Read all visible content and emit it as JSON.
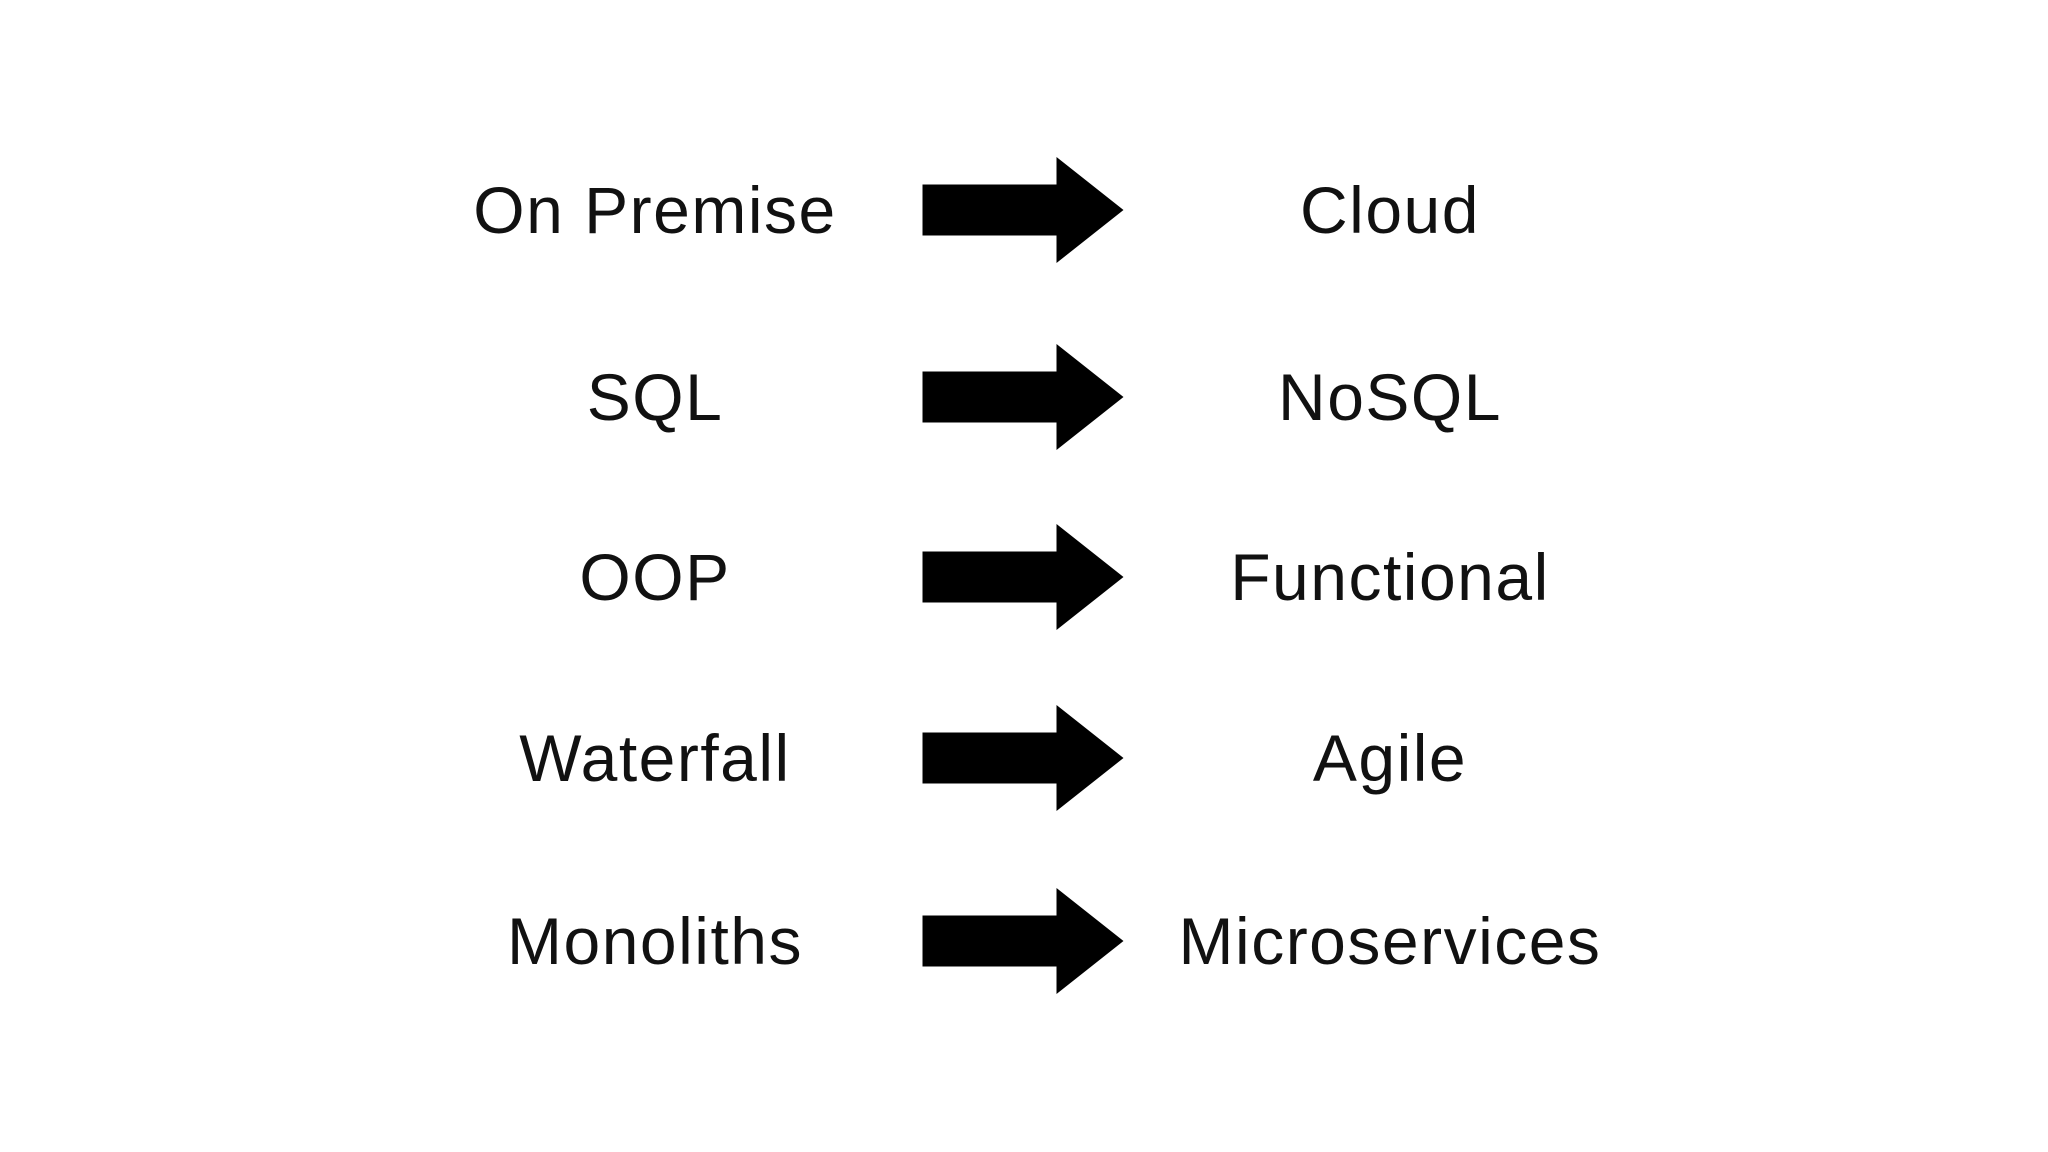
{
  "diagram": {
    "description": "Technology shift diagram: five old-to-new transitions with right arrows",
    "colors": {
      "background": "#ffffff",
      "text": "#111111",
      "arrow": "#000000"
    },
    "arrow_icon": "right-arrow",
    "rows": [
      {
        "from": "On Premise",
        "to": "Cloud"
      },
      {
        "from": "SQL",
        "to": "NoSQL"
      },
      {
        "from": "OOP",
        "to": "Functional"
      },
      {
        "from": "Waterfall",
        "to": "Agile"
      },
      {
        "from": "Monoliths",
        "to": "Microservices"
      }
    ]
  }
}
